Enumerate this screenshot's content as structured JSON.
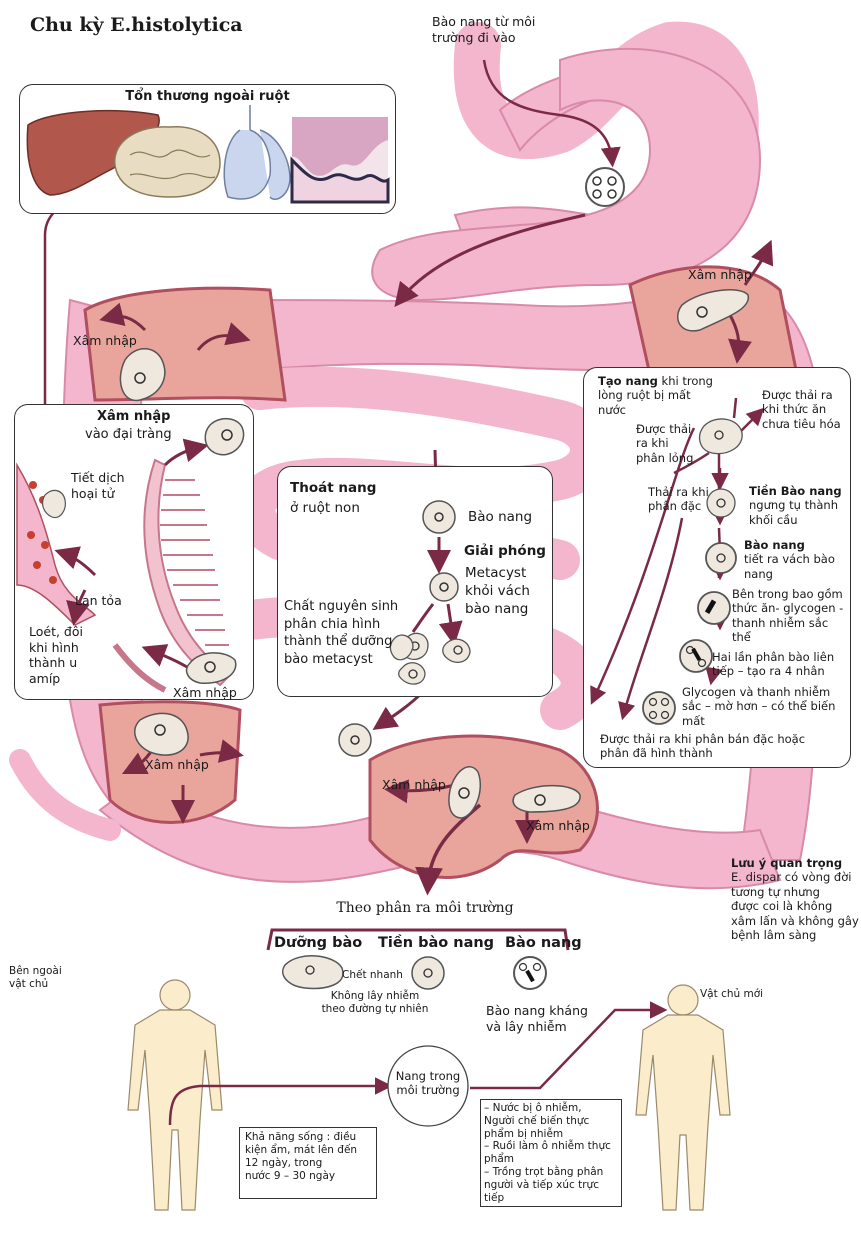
{
  "title": "Chu kỳ E.histolytica",
  "top_cyst_label": [
    "Bào nang từ môi",
    "trường đi vào"
  ],
  "extra_intestinal": {
    "title": "Tổn thương ngoài ruột"
  },
  "invade_label": "Xâm nhập",
  "left_panel": {
    "title_bold": "Xâm nhập",
    "title_rest": "vào đại tràng",
    "necrotic": [
      "Tiết dịch",
      "hoại tử"
    ],
    "spread": "Lan tỏa",
    "ulcer": [
      "Loét, đôi",
      "khi hình",
      "thành u",
      "amíp"
    ],
    "invade": "Xâm nhập"
  },
  "center_panel": {
    "excyst_bold": "Thoát nang",
    "excyst_rest": "ở ruột non",
    "cyst": "Bào nang",
    "release_bold": "Giải phóng",
    "release_rest": [
      "Metacyst",
      "khỏi vách",
      "bào nang"
    ],
    "cytoplasm": [
      "Chất nguyên sinh",
      "phân chia hình",
      "thành thể  dưỡng",
      "bào metacyst"
    ]
  },
  "right_panel": {
    "encyst_bold": "Tạo nang",
    "encyst_rest": [
      " khi trong",
      "lòng ruột bị mất",
      "nước"
    ],
    "excreted_undigested": [
      "Được thải ra",
      "khi thức ăn",
      "chưa tiêu hóa"
    ],
    "excreted_liquid": [
      "Được thải",
      "ra khi",
      "phân lỏng"
    ],
    "excreted_formed": [
      "Thải  ra khi",
      "phân đặc"
    ],
    "precyst_bold": "Tiền Bào nang",
    "precyst_rest": [
      "ngưng tụ thành",
      "khối cầu"
    ],
    "cyst_bold": "Bào nang",
    "cyst_rest": [
      "tiết ra vách bào",
      "nang"
    ],
    "inside": [
      "Bên trong bao gồm",
      "thức ăn- glycogen -",
      "thanh nhiễm sắc thể"
    ],
    "divisions": [
      "Hai lần phân bào liên",
      "tiếp – tạo ra 4 nhân"
    ],
    "glycogen": [
      "Glycogen và thanh nhiễm",
      "sắc – mờ hơn – có thể biến",
      "mất"
    ],
    "excreted_final": [
      "Được thải ra khi phân bán đặc hoặc",
      "phân đã hình thành"
    ]
  },
  "note": {
    "title": "Lưu ý quan trọng",
    "lines": [
      "E. dispar có vòng đời",
      "tương tự nhưng",
      "được coi là không",
      "xâm lấn và không gây",
      "bệnh lâm sàng"
    ]
  },
  "environment": {
    "title": "Theo phân ra môi trường",
    "trophozoite": "Dưỡng bào",
    "precyst": "Tiền bào nang",
    "cyst": "Bào nang",
    "dies": "Chết nhanh",
    "not_infective": [
      "Không lây nhiễm",
      "theo đường tự nhiên"
    ],
    "resistant": [
      "Bào nang kháng",
      "và lây nhiễm"
    ]
  },
  "bottom": {
    "outside_host": [
      "Bên ngoài",
      "vật chủ"
    ],
    "new_host": "Vật chủ mới",
    "cyst_env": [
      "Nang trong",
      "môi trường"
    ],
    "survival": [
      "Khả năng sống : điều",
      "kiện ẩm, mát lên đến",
      "12 ngày,  trong",
      "nước 9 – 30 ngày"
    ],
    "transmission": [
      " – Nước bị ô nhiễm,",
      "Người chế biến thực",
      "phẩm bị nhiễm",
      "– Ruồi làm ô nhiễm thực",
      "phẩm",
      " – Trồng trọt bằng phân",
      "người  và tiếp xúc trực",
      "tiếp"
    ]
  },
  "colors": {
    "intestine": "#f3b6cc",
    "intestine_dark": "#d98aa8",
    "arrow": "#7a2a45",
    "cut_wall": "#e9a49b"
  }
}
